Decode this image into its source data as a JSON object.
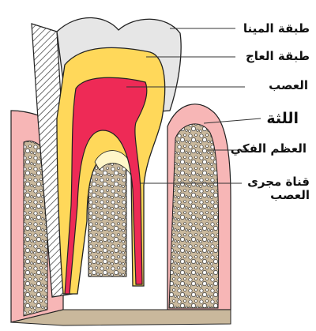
{
  "labels": {
    "enamel": "طبقة المينا",
    "dentin": "طبقة العاج",
    "pulp": "العصب",
    "gum": "اللثة",
    "bone": "العظم الفكي",
    "canal": "قناة مجرى العصب"
  },
  "colors": {
    "enamel": "#e6e6e6",
    "dentin": "#ffd85a",
    "pulp": "#ee2a56",
    "gum": "#f7b6b6",
    "bone": "#c9b89c",
    "cementum": "#fff6c8",
    "outline": "#222222",
    "leader": "#333333"
  }
}
